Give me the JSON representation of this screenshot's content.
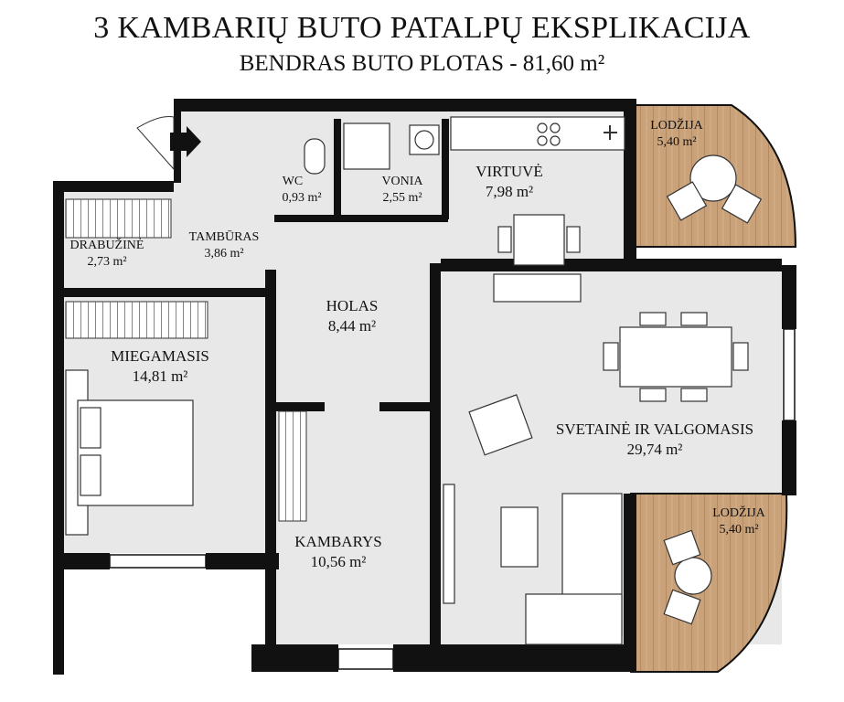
{
  "header": {
    "title": "3 KAMBARIŲ BUTO PATALPŲ EKSPLIKACIJA",
    "subtitle": "BENDRAS BUTO PLOTAS - 81,60  m²"
  },
  "rooms": {
    "wc": {
      "name": "WC",
      "area": "0,93 m²"
    },
    "vonia": {
      "name": "VONIA",
      "area": "2,55 m²"
    },
    "virtuve": {
      "name": "VIRTUVĖ",
      "area": "7,98 m²"
    },
    "lodzija_top": {
      "name": "LODŽIJA",
      "area": "5,40 m²"
    },
    "tamburas": {
      "name": "TAMBŪRAS",
      "area": "3,86 m²"
    },
    "drabuzine": {
      "name": "DRABUŽINĖ",
      "area": "2,73 m²"
    },
    "holas": {
      "name": "HOLAS",
      "area": "8,44 m²"
    },
    "miegamasis": {
      "name": "MIEGAMASIS",
      "area": "14,81 m²"
    },
    "svetaine": {
      "name": "SVETAINĖ IR VALGOMASIS",
      "area": "29,74 m²"
    },
    "kambarys": {
      "name": "KAMBARYS",
      "area": "10,56 m²"
    },
    "lodzija_bottom": {
      "name": "LODŽIJA",
      "area": "5,40 m²"
    }
  },
  "colors": {
    "wall": "#111111",
    "floor": "#e8e8e8",
    "balcony_wood": "#c9a27a",
    "furniture": "#ffffff"
  },
  "icons": {
    "entrance": "arrow-right-icon"
  }
}
